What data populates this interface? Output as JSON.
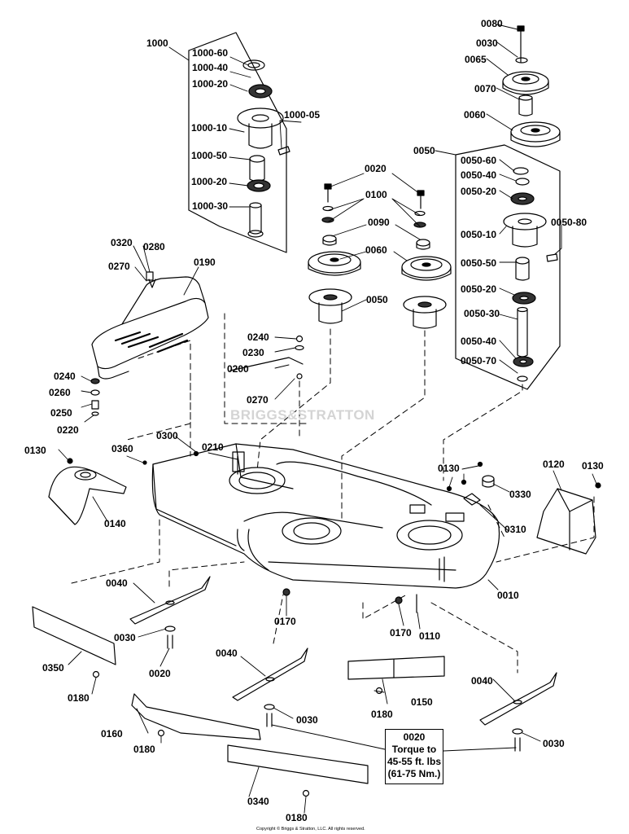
{
  "watermark": "BRIGGS&STRATTON",
  "copyright": "Copyright © Briggs & Stratton, LLC. All rights reserved.",
  "note": {
    "part": "0020",
    "line1": "Torque to",
    "line2": "45-55 ft. lbs",
    "line3": "(61-75 Nm.)"
  },
  "labels": [
    {
      "id": "l1000",
      "text": "1000"
    },
    {
      "id": "l1000-60",
      "text": "1000-60"
    },
    {
      "id": "l1000-40",
      "text": "1000-40"
    },
    {
      "id": "l1000-20a",
      "text": "1000-20"
    },
    {
      "id": "l1000-05",
      "text": "1000-05"
    },
    {
      "id": "l1000-10",
      "text": "1000-10"
    },
    {
      "id": "l1000-50",
      "text": "1000-50"
    },
    {
      "id": "l1000-20b",
      "text": "1000-20"
    },
    {
      "id": "l1000-30",
      "text": "1000-30"
    },
    {
      "id": "l0080",
      "text": "0080"
    },
    {
      "id": "l0030t",
      "text": "0030"
    },
    {
      "id": "l0065",
      "text": "0065"
    },
    {
      "id": "l0070",
      "text": "0070"
    },
    {
      "id": "l0060r",
      "text": "0060"
    },
    {
      "id": "l0050g",
      "text": "0050"
    },
    {
      "id": "l0050-60",
      "text": "0050-60"
    },
    {
      "id": "l0050-40a",
      "text": "0050-40"
    },
    {
      "id": "l0050-20a",
      "text": "0050-20"
    },
    {
      "id": "l0050-80",
      "text": "0050-80"
    },
    {
      "id": "l0050-10",
      "text": "0050-10"
    },
    {
      "id": "l0050-50",
      "text": "0050-50"
    },
    {
      "id": "l0050-20b",
      "text": "0050-20"
    },
    {
      "id": "l0050-30",
      "text": "0050-30"
    },
    {
      "id": "l0050-40b",
      "text": "0050-40"
    },
    {
      "id": "l0050-70",
      "text": "0050-70"
    },
    {
      "id": "l0020t",
      "text": "0020"
    },
    {
      "id": "l0100",
      "text": "0100"
    },
    {
      "id": "l0090",
      "text": "0090"
    },
    {
      "id": "l0060m",
      "text": "0060"
    },
    {
      "id": "l0050m",
      "text": "0050"
    },
    {
      "id": "l0320",
      "text": "0320"
    },
    {
      "id": "l0280",
      "text": "0280"
    },
    {
      "id": "l0270a",
      "text": "0270"
    },
    {
      "id": "l0190",
      "text": "0190"
    },
    {
      "id": "l0240a",
      "text": "0240"
    },
    {
      "id": "l0230",
      "text": "0230"
    },
    {
      "id": "l0200",
      "text": "0200"
    },
    {
      "id": "l0270b",
      "text": "0270"
    },
    {
      "id": "l0240b",
      "text": "0240"
    },
    {
      "id": "l0260",
      "text": "0260"
    },
    {
      "id": "l0250",
      "text": "0250"
    },
    {
      "id": "l0220",
      "text": "0220"
    },
    {
      "id": "l0130a",
      "text": "0130"
    },
    {
      "id": "l0360",
      "text": "0360"
    },
    {
      "id": "l0300",
      "text": "0300"
    },
    {
      "id": "l0210",
      "text": "0210"
    },
    {
      "id": "l0140",
      "text": "0140"
    },
    {
      "id": "l0130b",
      "text": "0130"
    },
    {
      "id": "l0330",
      "text": "0330"
    },
    {
      "id": "l0120",
      "text": "0120"
    },
    {
      "id": "l0130c",
      "text": "0130"
    },
    {
      "id": "l0310",
      "text": "0310"
    },
    {
      "id": "l0010",
      "text": "0010"
    },
    {
      "id": "l0040a",
      "text": "0040"
    },
    {
      "id": "l0030a",
      "text": "0030"
    },
    {
      "id": "l0020a",
      "text": "0020"
    },
    {
      "id": "l0170a",
      "text": "0170"
    },
    {
      "id": "l0170b",
      "text": "0170"
    },
    {
      "id": "l0110",
      "text": "0110"
    },
    {
      "id": "l0350",
      "text": "0350"
    },
    {
      "id": "l0180a",
      "text": "0180"
    },
    {
      "id": "l0040b",
      "text": "0040"
    },
    {
      "id": "l0030b",
      "text": "0030"
    },
    {
      "id": "l0150",
      "text": "0150"
    },
    {
      "id": "l0180b",
      "text": "0180"
    },
    {
      "id": "l0040c",
      "text": "0040"
    },
    {
      "id": "l0030c",
      "text": "0030"
    },
    {
      "id": "l0160",
      "text": "0160"
    },
    {
      "id": "l0180c",
      "text": "0180"
    },
    {
      "id": "l0340",
      "text": "0340"
    },
    {
      "id": "l0180d",
      "text": "0180"
    }
  ]
}
